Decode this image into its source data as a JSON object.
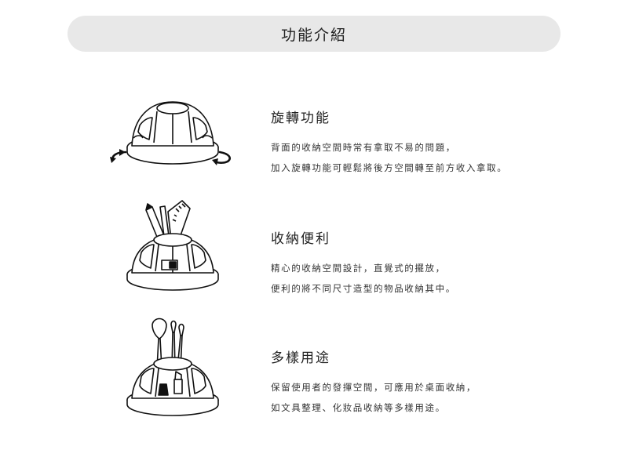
{
  "header": {
    "title": "功能介紹"
  },
  "features": [
    {
      "title": "旋轉功能",
      "lines": [
        "背面的收納空間時常有拿取不易的問題，",
        "加入旋轉功能可輕鬆將後方空間轉至前方收入拿取。"
      ],
      "icon": "rotating-organizer-icon"
    },
    {
      "title": "收納便利",
      "lines": [
        "精心的收納空間設計，直覺式的擺放，",
        "便利的將不同尺寸造型的物品收納其中。"
      ],
      "icon": "organizer-with-stationery-icon"
    },
    {
      "title": "多樣用途",
      "lines": [
        "保留使用者的發揮空間，可應用於桌面收納，",
        "如文具整理、化妝品收納等多樣用途。"
      ],
      "icon": "organizer-with-cosmetics-icon"
    }
  ]
}
